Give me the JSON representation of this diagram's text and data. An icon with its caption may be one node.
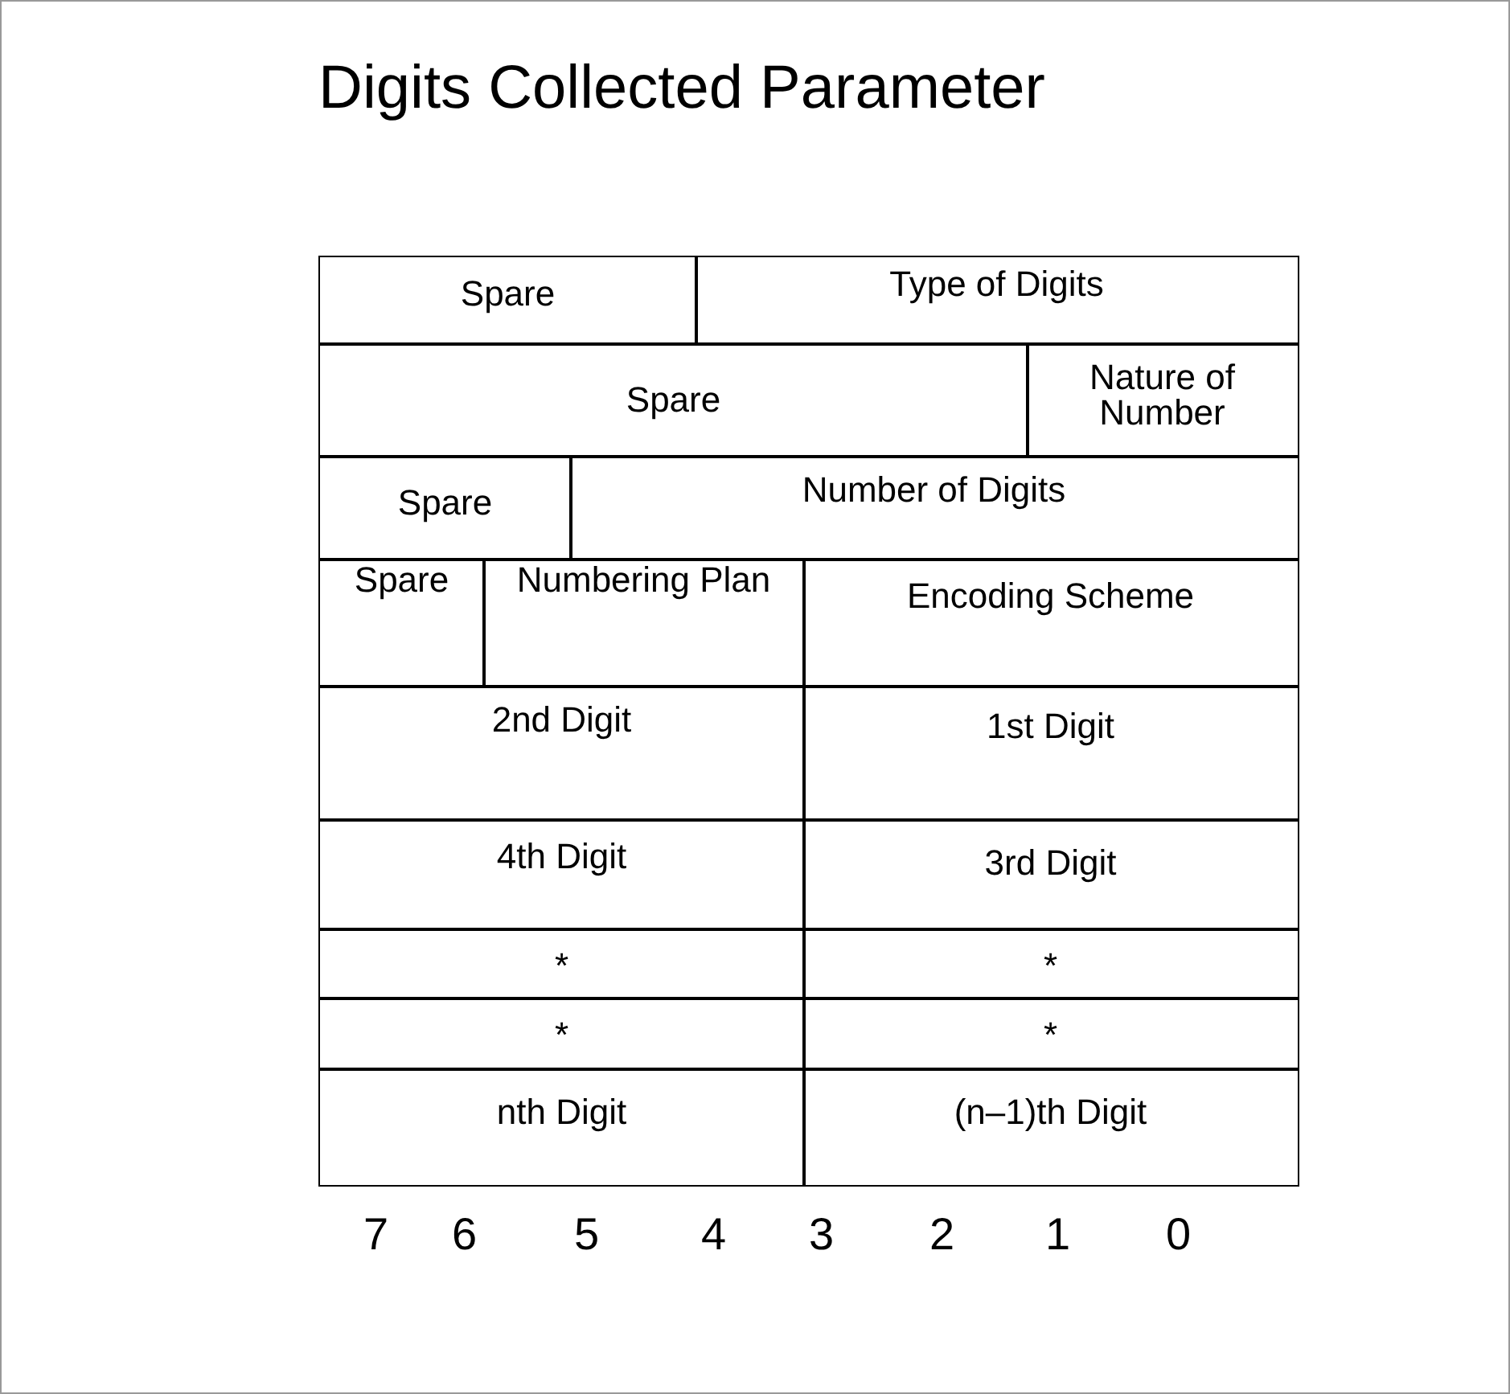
{
  "diagram": {
    "title": "Digits Collected Parameter",
    "labels": [
      "Spare",
      "Type of Digits",
      "Spare",
      "Nature of Number",
      "Spare",
      "Number of Digits",
      "Spare",
      "Numbering Plan",
      "Encoding Scheme",
      "2nd Digit",
      "1st Digit",
      "4th Digit",
      "3rd Digit",
      "*",
      "*",
      "*",
      "*",
      "nth Digit",
      "(n–1)th Digit",
      "7",
      "6",
      "5",
      "4",
      "3",
      "2",
      "1",
      "0"
    ]
  }
}
